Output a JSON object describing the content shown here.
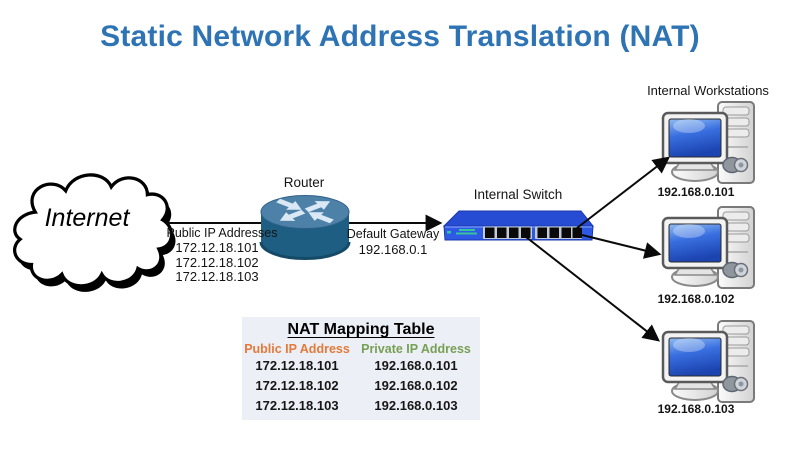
{
  "title": "Static Network Address Translation (NAT)",
  "cloud": {
    "label": "Internet"
  },
  "router": {
    "label": "Router"
  },
  "public_ips": {
    "heading": "Public IP Addresses",
    "list": [
      "172.12.18.101",
      "172.12.18.102",
      "172.12.18.103"
    ]
  },
  "gateway": {
    "label": "Default Gateway",
    "ip": "192.168.0.1"
  },
  "switch": {
    "label": "Internal Switch"
  },
  "workstations": {
    "heading": "Internal Workstations",
    "items": [
      "192.168.0.101",
      "192.168.0.102",
      "192.168.0.103"
    ]
  },
  "nat_table": {
    "title": "NAT Mapping Table",
    "headers": {
      "public": "Public IP Address",
      "private": "Private IP Address"
    },
    "rows": [
      {
        "public": "172.12.18.101",
        "private": "192.168.0.101"
      },
      {
        "public": "172.12.18.102",
        "private": "192.168.0.102"
      },
      {
        "public": "172.12.18.103",
        "private": "192.168.0.103"
      }
    ]
  },
  "colors": {
    "title_blue": "#2E74B5",
    "public_header_orange": "#E5793A",
    "private_header_green": "#77A055",
    "switch_blue": "#2E59E6",
    "router_top_blue": "#4E81A8",
    "router_body_blue": "#1D5E82",
    "monitor_screen_blue": "#2B62D8",
    "table_background": "#ECEFF5"
  }
}
